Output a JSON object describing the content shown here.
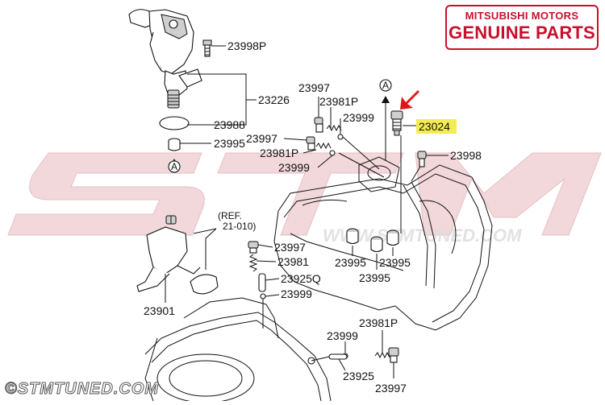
{
  "badge": {
    "brand": "MITSUBISHI MOTORS",
    "tagline": "GENUINE PARTS",
    "color": "#c8102e"
  },
  "watermark": {
    "letters": "STM",
    "url": "WWW.STMTUNED.COM",
    "color": "#e8b9bf"
  },
  "footer": {
    "copyright": "©STMTUNED.COM"
  },
  "highlight": {
    "color": "#f4ec53",
    "arrow_color": "#e01515"
  },
  "callouts": {
    "p23998p": "23998P",
    "p23226": "23226",
    "p23988": "23988",
    "p23995_top": "23995",
    "ref_a_left": "A",
    "ref_a_center": "A",
    "p23997_upper": "23997",
    "p23981p_upper": "23981P",
    "p23999_upper": "23999",
    "p23997_mid": "23997",
    "p23981p_mid": "23981P",
    "p23999_mid": "23999",
    "p23024": "23024",
    "p23998": "23998",
    "ref_line1": "(REF.",
    "ref_line2": "21-010)",
    "p23997_lower": "23997",
    "p23981": "23981",
    "p23925q": "23925Q",
    "p23999_lower": "23999",
    "p23901": "23901",
    "p23995_a": "23995",
    "p23995_b": "23995",
    "p23995_c": "23995",
    "p23981p_bottom": "23981P",
    "p23999_bottom": "23999",
    "p23925": "23925",
    "p23997_bottom": "23997"
  }
}
